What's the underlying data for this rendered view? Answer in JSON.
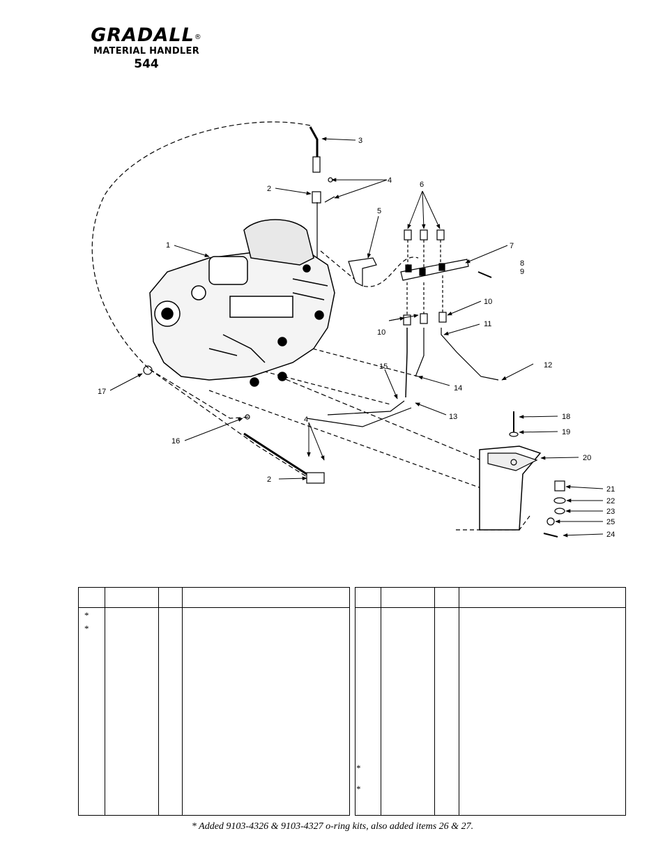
{
  "header": {
    "brand": "GRADALL",
    "registered": "®",
    "subtitle": "MATERIAL HANDLER",
    "model": "544"
  },
  "diagram": {
    "callouts": [
      "1",
      "2",
      "3",
      "4",
      "5",
      "6",
      "7",
      "8",
      "9",
      "10",
      "10",
      "11",
      "12",
      "13",
      "14",
      "15",
      "16",
      "17",
      "2",
      "4",
      "18",
      "19",
      "20",
      "21",
      "22",
      "23",
      "25",
      "24"
    ]
  },
  "parts_table": {
    "left_marks": [
      "*",
      "*"
    ],
    "right_marks": [
      "*",
      "*"
    ]
  },
  "footnote": "* Added 9103-4326 & 9103-4327 o-ring kits, also added items 26 & 27."
}
